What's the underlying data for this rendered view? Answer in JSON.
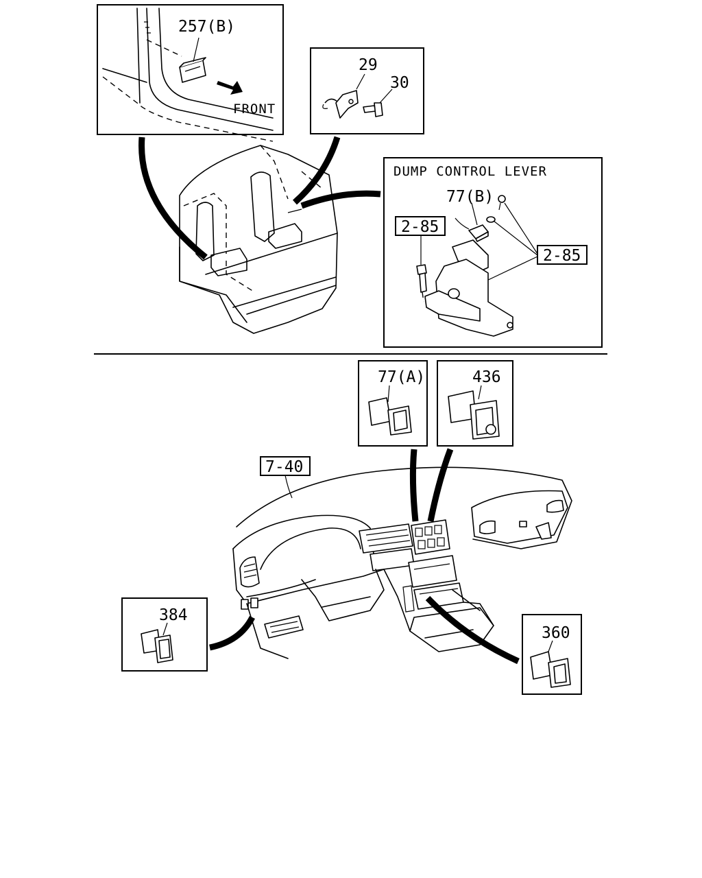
{
  "labels": {
    "p257b": "257(B)",
    "front": "FRONT",
    "p29": "29",
    "p30": "30",
    "dump_title": "DUMP CONTROL LEVER",
    "p77b": "77(B)",
    "ref285a": "2-85",
    "ref285b": "2-85",
    "p77a": "77(A)",
    "p436": "436",
    "ref740": "7-40",
    "p384": "384",
    "p360": "360"
  }
}
